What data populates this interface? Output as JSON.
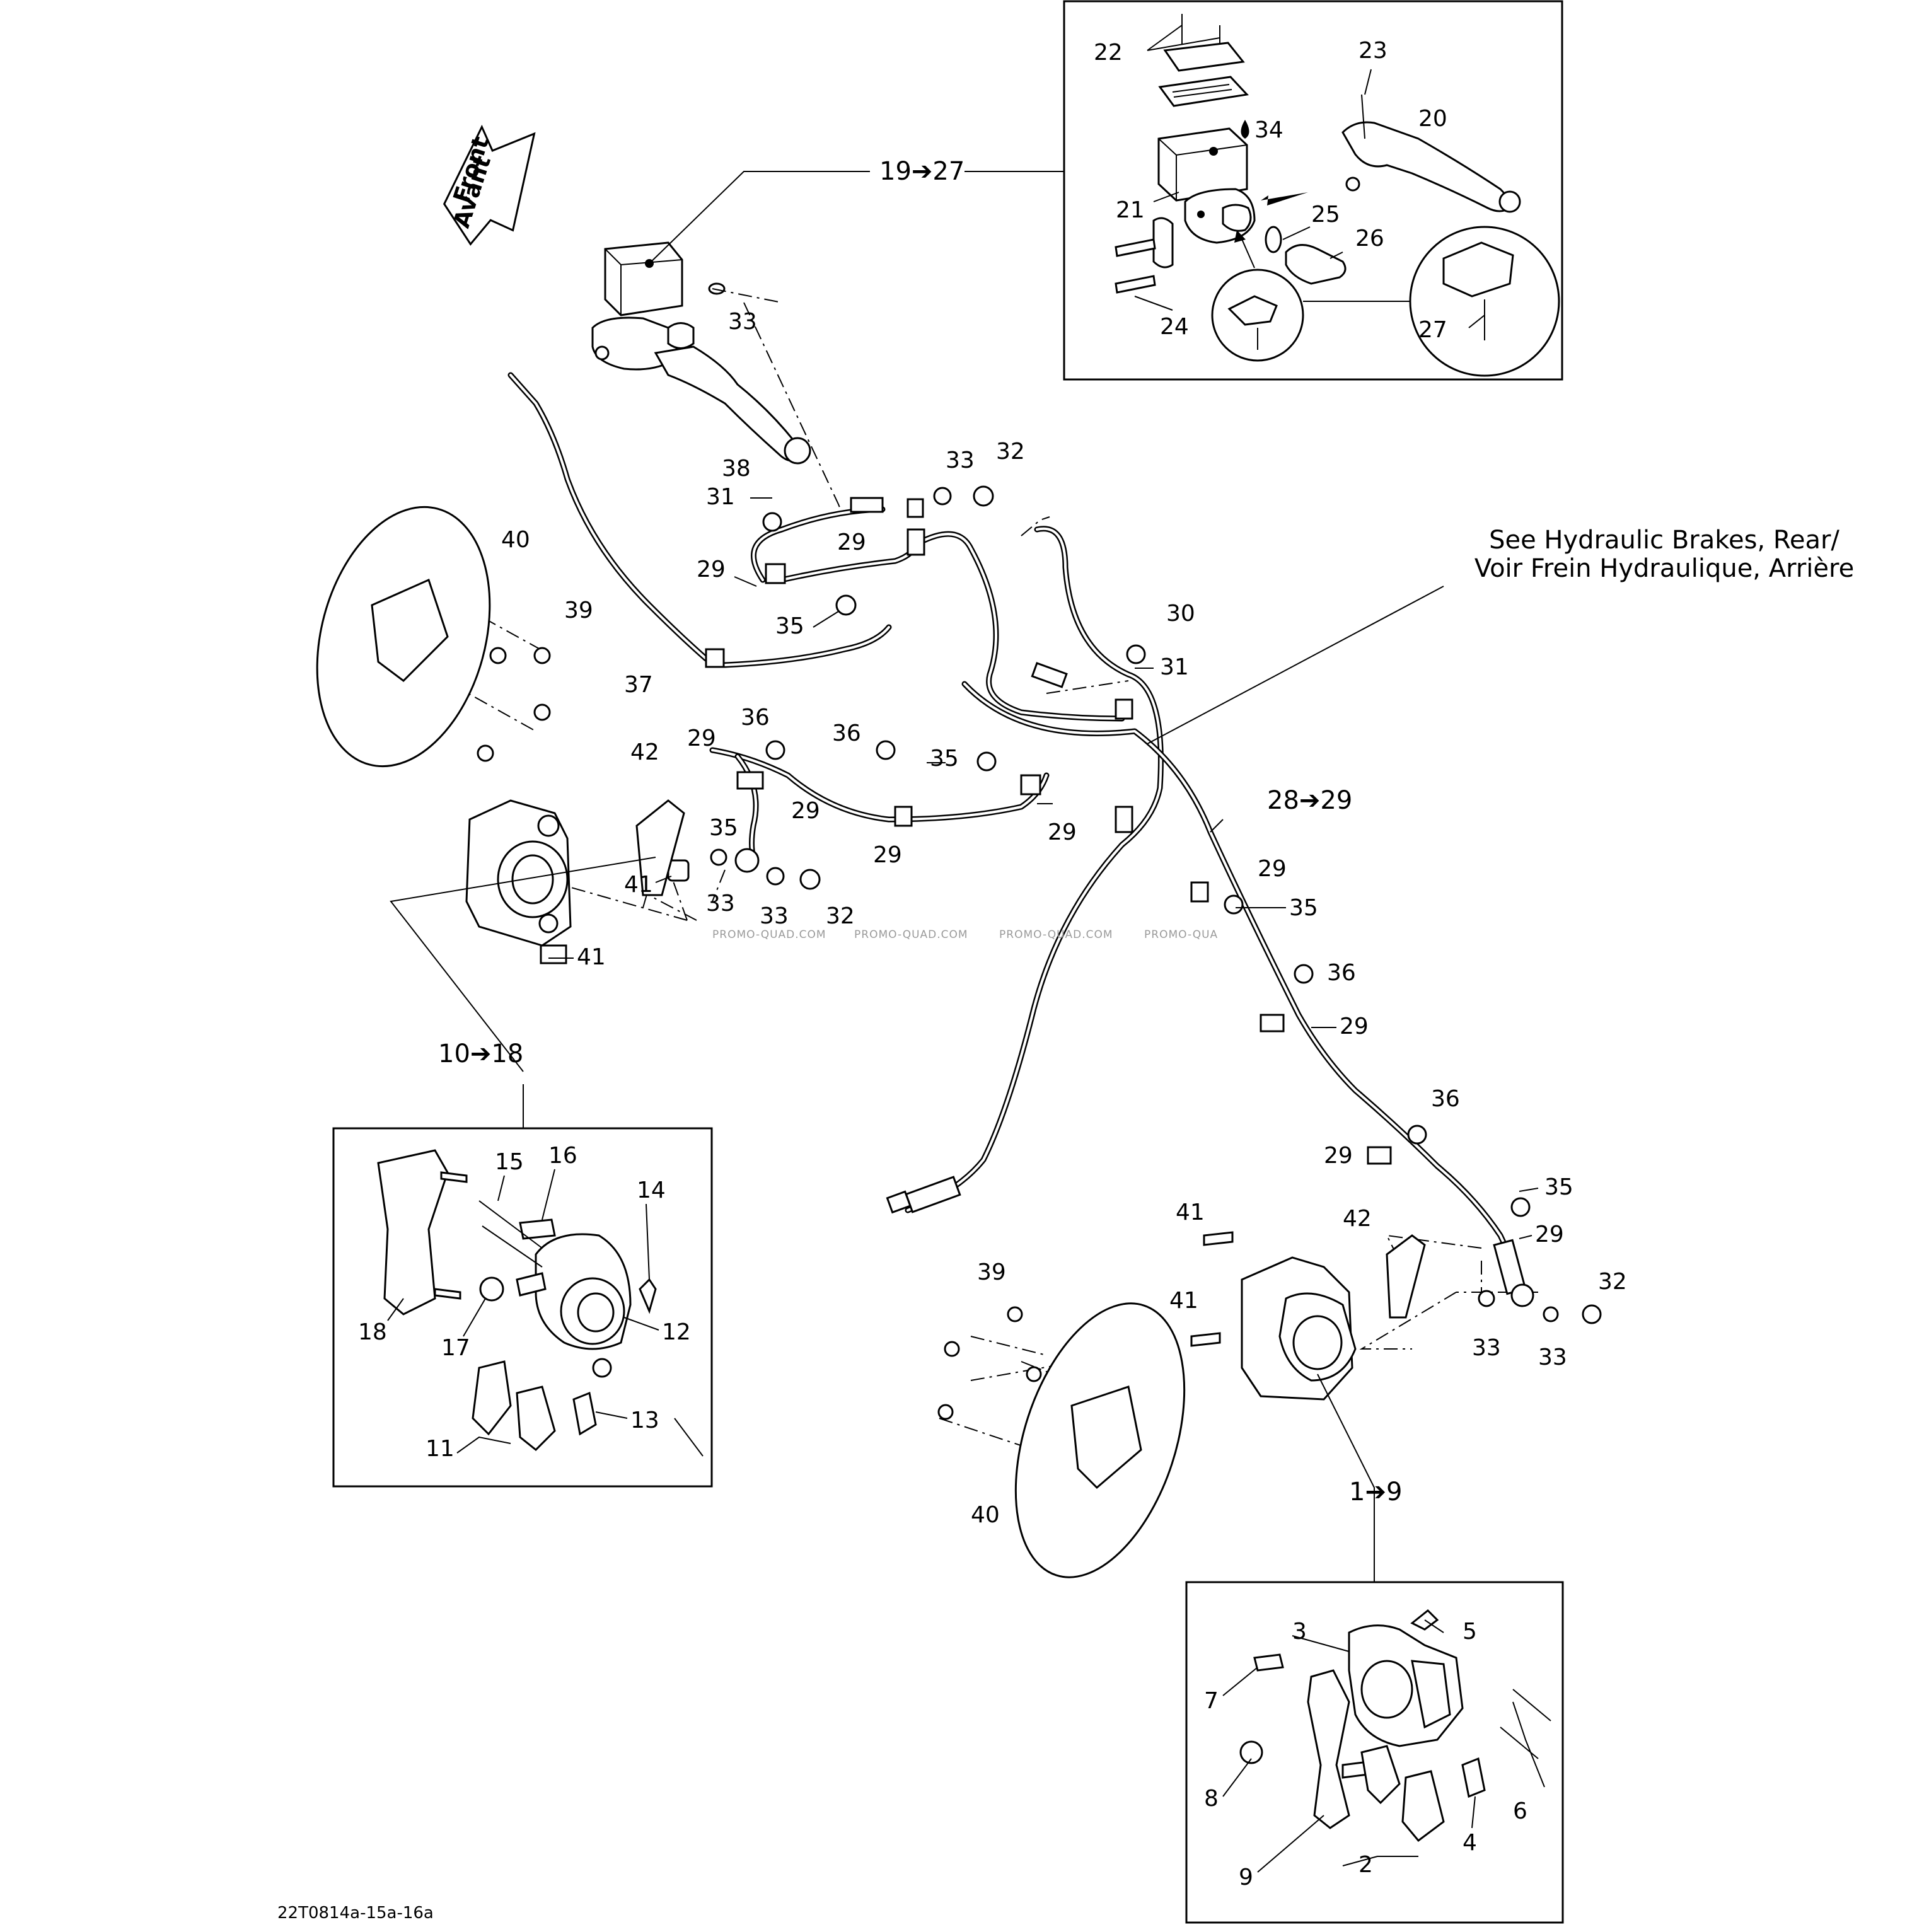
{
  "front_arrow": {
    "line1": "Front",
    "line2": "Avant"
  },
  "labels": {
    "master_cyl_group": "19➔27",
    "hose_group": "28➔29",
    "front_left_caliper_group": "10➔18",
    "front_right_caliper_group": "1➔9",
    "p22": "22",
    "p23": "23",
    "p20": "20",
    "p34": "34",
    "p21": "21",
    "p25": "25",
    "p26": "26",
    "p24": "24",
    "p27": "27",
    "p33a": "33",
    "p38": "38",
    "p31a": "31",
    "p33b": "33",
    "p32a": "32",
    "p29a": "29",
    "p29b": "29",
    "p40a": "40",
    "p39a": "39",
    "p35a": "35",
    "p30": "30",
    "p31b": "31",
    "p37": "37",
    "p36a": "36",
    "p29c": "29",
    "p42a": "42",
    "p36b": "36",
    "p35b": "35",
    "p35c": "35",
    "p29d": "29",
    "p29e": "29",
    "p29f": "29",
    "p41a": "41",
    "p33c": "33",
    "p33d": "33",
    "p32b": "32",
    "p41b": "41",
    "p29g": "29",
    "p35d": "35",
    "p36c": "36",
    "p29h": "29",
    "p36d": "36",
    "p29i": "29",
    "p35e": "35",
    "p29j": "29",
    "p41c": "41",
    "p42b": "42",
    "p32c": "32",
    "p39b": "39",
    "p41d": "41",
    "p33e": "33",
    "p33f": "33",
    "p40b": "40",
    "p15": "15",
    "p16": "16",
    "p14": "14",
    "p18": "18",
    "p17": "17",
    "p12": "12",
    "p11": "11",
    "p13": "13",
    "p3": "3",
    "p5": "5",
    "p7": "7",
    "p8": "8",
    "p9": "9",
    "p2": "2",
    "p4": "4",
    "p6": "6"
  },
  "see_note": {
    "line1": "See  Hydraulic Brakes, Rear/",
    "line2": "Voir Frein Hydraulique, Arrière"
  },
  "watermark": [
    "PROMO-QUAD.COM",
    "PROMO-QUAD.COM",
    "PROMO-QUAD.COM",
    "PROMO-QUA"
  ],
  "drawing_code": "22T0814a-15a-16a"
}
